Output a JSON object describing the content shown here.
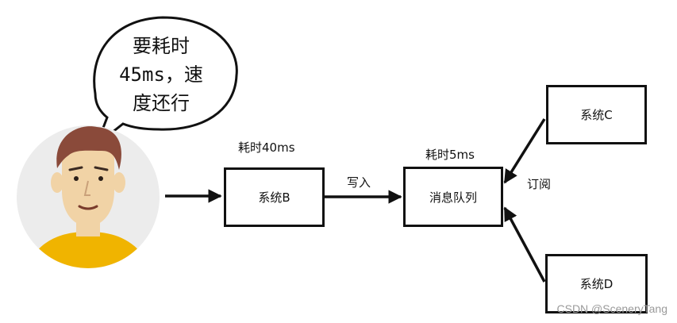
{
  "bubble": {
    "text": "要耗时\n45ms，速\n度还行"
  },
  "nodes": {
    "system_b": "系统B",
    "queue": "消息队列",
    "system_c": "系统C",
    "system_d": "系统D"
  },
  "labels": {
    "b_time": "耗时40ms",
    "queue_time": "耗时5ms",
    "write": "写入",
    "subscribe": "订阅"
  },
  "watermark": "CSDN @SceneryTang",
  "colors": {
    "stroke": "#111111",
    "skin": "#f1d3a6",
    "hair": "#8a4a3a",
    "shirt": "#f0b400",
    "avatar_bg": "#ececec",
    "watermark": "#9a9a9a"
  }
}
